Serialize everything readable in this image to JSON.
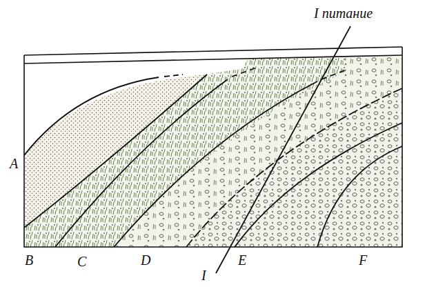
{
  "diagram": {
    "labels": [
      "I питание",
      "A",
      "B",
      "C",
      "D",
      "E",
      "F",
      "I"
    ]
  }
}
